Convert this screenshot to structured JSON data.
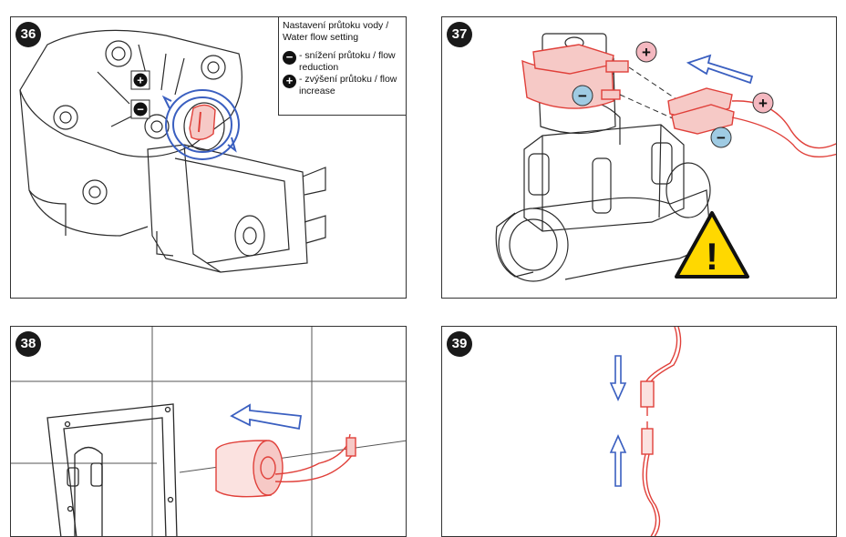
{
  "panels": [
    {
      "number": "36"
    },
    {
      "number": "37"
    },
    {
      "number": "38"
    },
    {
      "number": "39"
    }
  ],
  "legend": {
    "title": "Nastavení průtoku vody / Water flow setting",
    "minus_symbol": "−",
    "minus_text": "- snížení průtoku / flow reduction",
    "plus_symbol": "+",
    "plus_text": "- zvýšení průtoku / flow increase"
  },
  "polarity": {
    "plus": "+",
    "minus": "−"
  },
  "warning_symbol": "!",
  "colors": {
    "outline": "#2b2b2b",
    "red_part": "#e0403a",
    "blue_arrow": "#3a5fc0",
    "plus_badge": "#f4b8c0",
    "minus_badge": "#9fcbe3",
    "warning_yellow": "#ffd800"
  }
}
